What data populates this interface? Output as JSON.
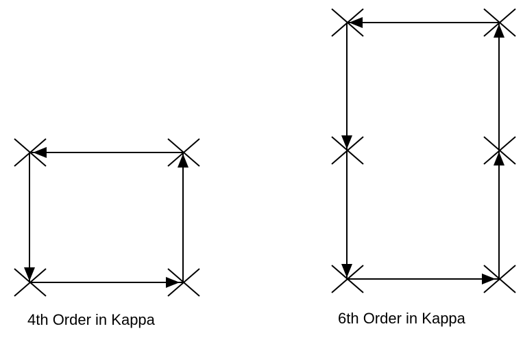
{
  "diagrams": [
    {
      "caption": "4th Order in Kappa",
      "vertex_count": 4,
      "edge_direction": "counterclockwise"
    },
    {
      "caption": "6th Order in Kappa",
      "vertex_count": 6,
      "edge_direction": "counterclockwise"
    }
  ],
  "colors": {
    "line": "#000000",
    "background": "#ffffff"
  }
}
